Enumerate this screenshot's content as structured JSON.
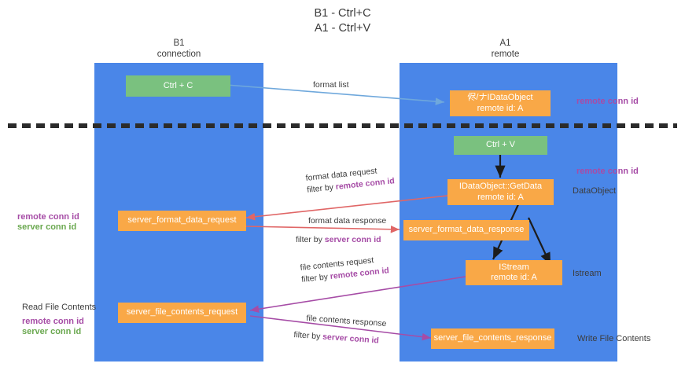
{
  "title": "B1 - Ctrl+C\nA1 - Ctrl+V",
  "lanes": [
    {
      "name": "b1",
      "header": "B1\nconnection",
      "color": "#4a86e8"
    },
    {
      "name": "a1",
      "header": "A1\nremote",
      "color": "#4a86e8"
    }
  ],
  "colors": {
    "lane": "#4a86e8",
    "green_node": "#7ac17f",
    "orange_node": "#f9a847",
    "purple_text": "#a64ca6",
    "green_text": "#6aa84f",
    "arrow_blue": "#6fa8dc",
    "arrow_red": "#e06666",
    "arrow_magenta": "#a64ca6",
    "arrow_dark": "#1c1c1c",
    "divider": "#2b2b2b"
  },
  "nodes": [
    {
      "id": "ctrl-c",
      "label": "Ctrl + C",
      "style": "green"
    },
    {
      "id": "idataobject",
      "label": "侭/ナIDataObject\nremote id: A",
      "style": "orange"
    },
    {
      "id": "ctrl-v",
      "label": "Ctrl + V",
      "style": "green"
    },
    {
      "id": "getdata",
      "label": "IDataObject::GetData\nremote id: A",
      "style": "orange"
    },
    {
      "id": "fmt-request",
      "label": "server_format_data_request",
      "style": "orange"
    },
    {
      "id": "fmt-response",
      "label": "server_format_data_response",
      "style": "orange"
    },
    {
      "id": "istream",
      "label": "IStream\nremote id: A",
      "style": "orange"
    },
    {
      "id": "file-request",
      "label": "server_file_contents_request",
      "style": "orange"
    },
    {
      "id": "file-response",
      "label": "server_file_contents_response",
      "style": "orange"
    }
  ],
  "annotations": {
    "remote_conn_id_top": "remote conn id",
    "remote_conn_id_mid": "remote conn id",
    "dataobject": "DataObject",
    "istream": "Istream",
    "write_file_contents": "Write File Contents",
    "read_file_contents": "Read File Contents",
    "left_mid_purple": "remote conn id",
    "left_mid_green": "server conn id",
    "left_bottom_purple": "remote conn id",
    "left_bottom_green": "server conn id"
  },
  "edge_labels": {
    "format_list": "format list",
    "format_data_request": "format data request",
    "format_data_request_filter_prefix": "filter by ",
    "format_data_request_filter_key": "remote conn id",
    "format_data_response": "format data response",
    "format_data_response_filter_prefix": "filter by ",
    "format_data_response_filter_key": "server conn id",
    "file_contents_request": "file contents request",
    "file_contents_request_filter_prefix": "filter by ",
    "file_contents_request_filter_key": "remote conn id",
    "file_contents_response": "file contents response",
    "file_contents_response_filter_prefix": "filter by ",
    "file_contents_response_filter_key": "server conn id"
  }
}
